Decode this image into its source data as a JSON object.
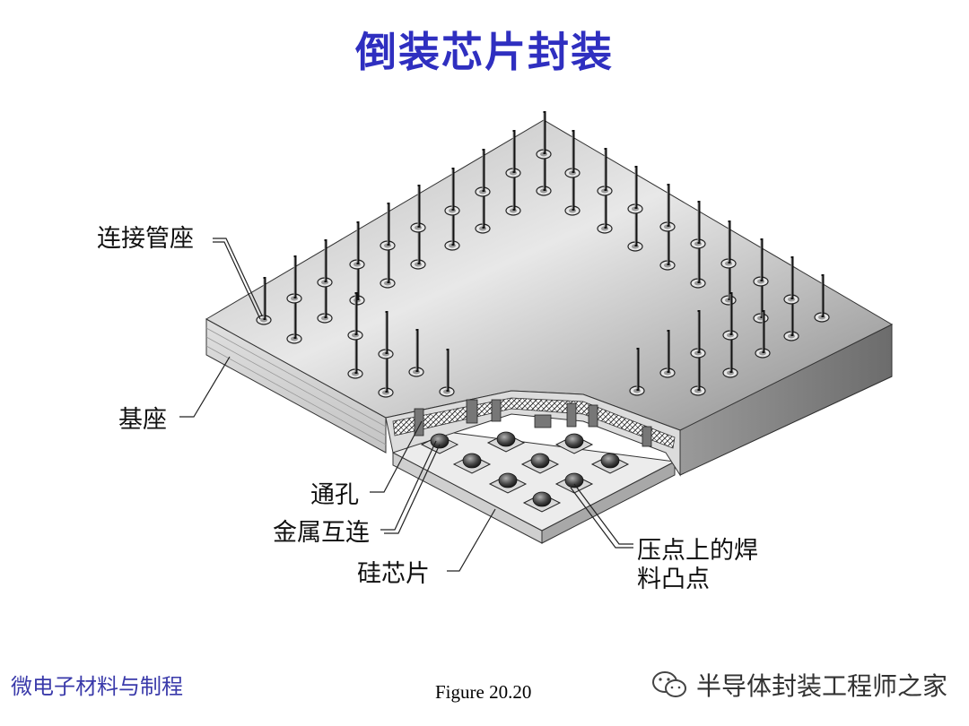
{
  "title": "倒装芯片封装",
  "labels": {
    "socket": "连接管座",
    "base": "基座",
    "via": "通孔",
    "metal": "金属互连",
    "chip": "硅芯片",
    "bump_line1": "压点上的焊",
    "bump_line2": "料凸点"
  },
  "footer": {
    "course": "微电子材料与制程",
    "figure": "Figure 20.20",
    "watermark": "半导体封装工程师之家"
  },
  "colors": {
    "title": "#2f2fc0",
    "footer_text": "#3a3aaa"
  }
}
